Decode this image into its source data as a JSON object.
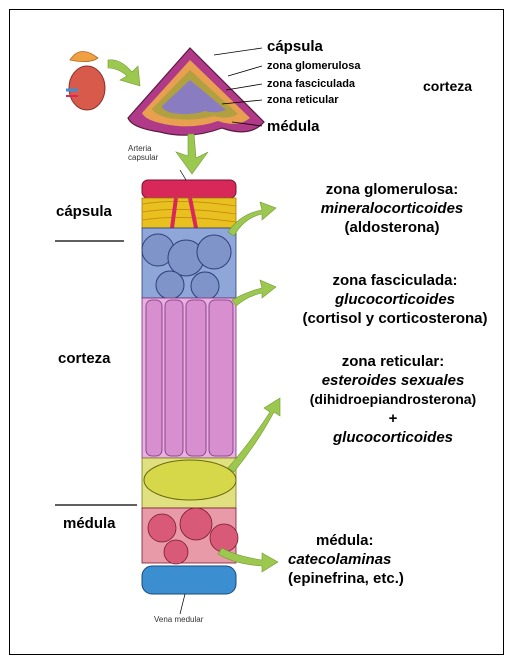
{
  "top_labels": {
    "capsula": "cápsula",
    "zona_glomerulosa": "zona glomerulosa",
    "zona_fasciculada": "zona fasciculada",
    "zona_reticular": "zona reticular",
    "medula": "médula",
    "corteza": "corteza"
  },
  "vessel_labels": {
    "arteria": "Arteria capsular",
    "vena": "Vena medular"
  },
  "side_labels": {
    "capsula": "cápsula",
    "corteza": "corteza",
    "medula": "médula"
  },
  "zones": {
    "glomerulosa": {
      "title": "zona glomerulosa:",
      "hormone": "mineralocorticoides",
      "example": "(aldosterona)"
    },
    "fasciculada": {
      "title": "zona fasciculada:",
      "hormone": "glucocorticoides",
      "example": "(cortisol y corticosterona)"
    },
    "reticular": {
      "title": "zona reticular:",
      "hormone": "esteroides sexuales",
      "example": "(dihidroepiandrosterona)",
      "plus": "+",
      "hormone2": "glucocorticoides"
    },
    "medula": {
      "title": "médula:",
      "hormone": "catecolaminas",
      "example": "(epinefrina, etc.)"
    }
  },
  "colors": {
    "arrow": "#9cc850",
    "capsule": "#e8c020",
    "glomerulosa": "#7f94c8",
    "fasciculada": "#d88fd0",
    "reticular": "#d6d84a",
    "medula": "#d85a78",
    "artery": "#d8285a",
    "vein": "#3b8fd0"
  }
}
